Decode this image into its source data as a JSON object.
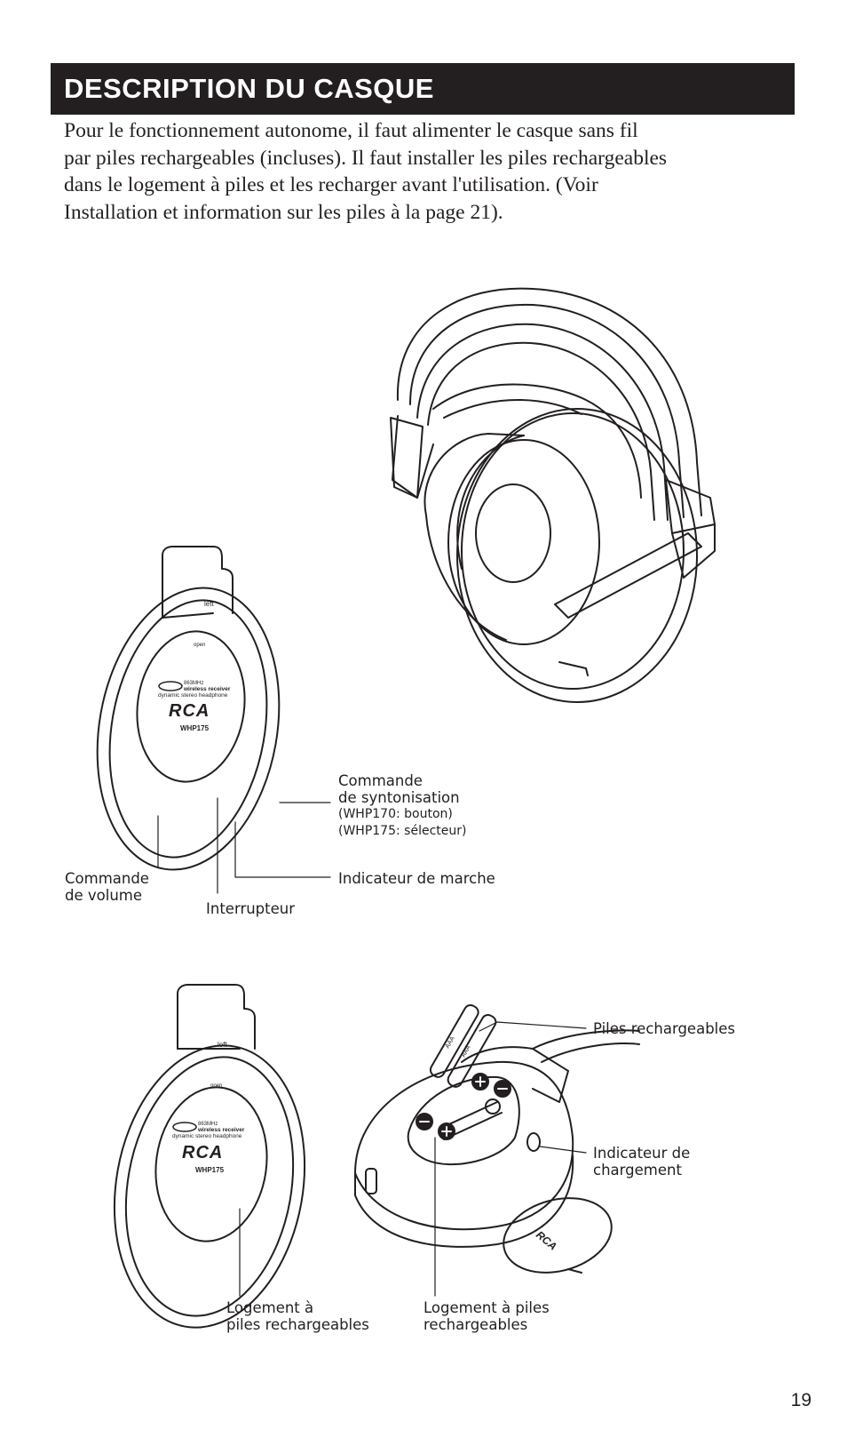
{
  "header": {
    "title": "DESCRIPTION DU CASQUE"
  },
  "intro": {
    "line1": "Pour le fonctionnement autonome, il faut alimenter le casque sans fil",
    "line2": "par piles rechargeables (incluses). Il faut installer les piles rechargeables",
    "line3": "dans le logement à piles et les recharger avant l'utilisation. (Voir",
    "line4": "Installation et information sur les piles à la page 21)."
  },
  "earcup_front": {
    "tab_label": "left",
    "open_label": "open",
    "freq": "863MHz",
    "product_line1": "wireless receiver",
    "product_line2": "dynamic stereo headphone",
    "brand": "RCA",
    "model": "WHP175"
  },
  "callouts": {
    "tuning_line1": "Commande",
    "tuning_line2": "de syntonisation",
    "tuning_note1": "(WHP170: bouton)",
    "tuning_note2": "(WHP175: sélecteur)",
    "power_indicator": "Indicateur de marche",
    "volume_line1": "Commande",
    "volume_line2": "de volume",
    "switch": "Interrupteur",
    "batteries": "Piles rechargeables",
    "charge_line1": "Indicateur de",
    "charge_line2": "chargement",
    "slot_left_line1": "Logement à",
    "slot_left_line2": "piles rechargeables",
    "slot_right_line1": "Logement à piles",
    "slot_right_line2": "rechargeables"
  },
  "battery_label": "AAA",
  "page_number": "19"
}
